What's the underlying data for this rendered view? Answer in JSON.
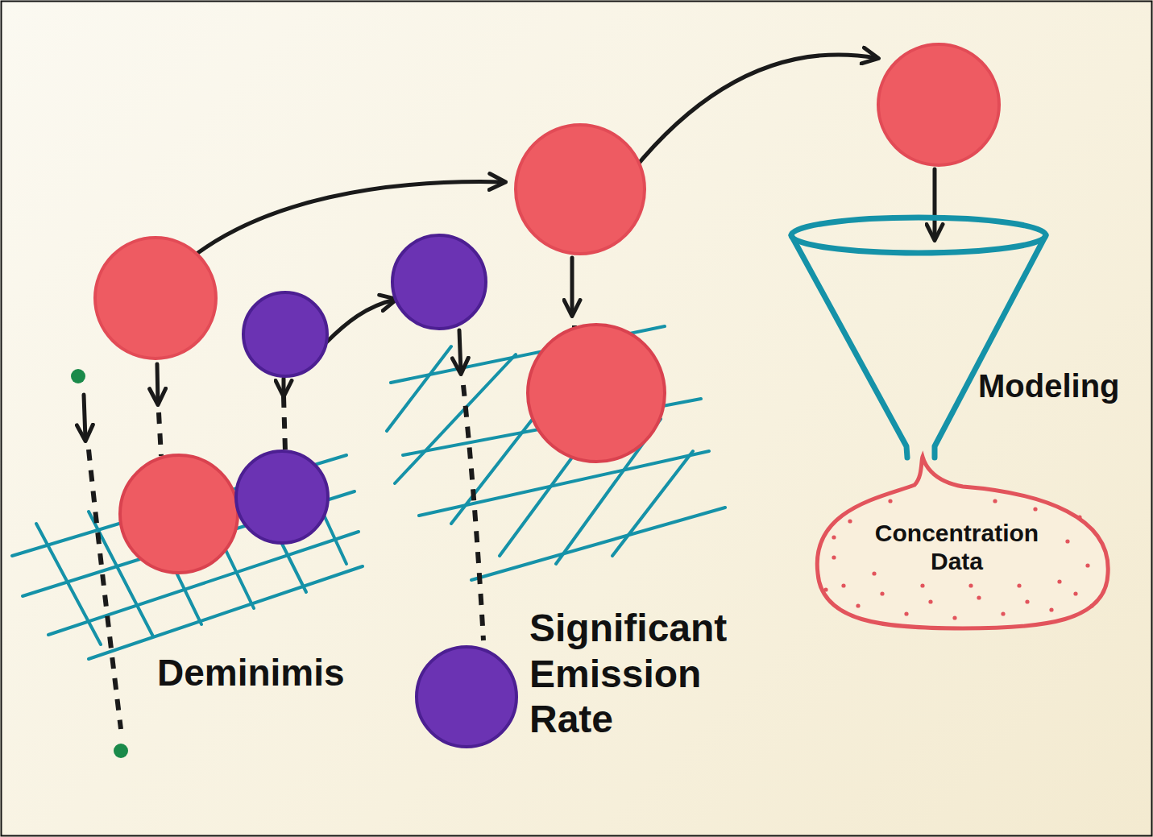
{
  "diagram": {
    "nodes": [
      {
        "text": [
          "Modeling"
        ]
      },
      {
        "text": [
          "Concentration Data"
        ]
      },
      {
        "text": [
          "Significant Emission Rate"
        ]
      }
    ],
    "labels": [
      "Deminimis"
    ]
  }
}
